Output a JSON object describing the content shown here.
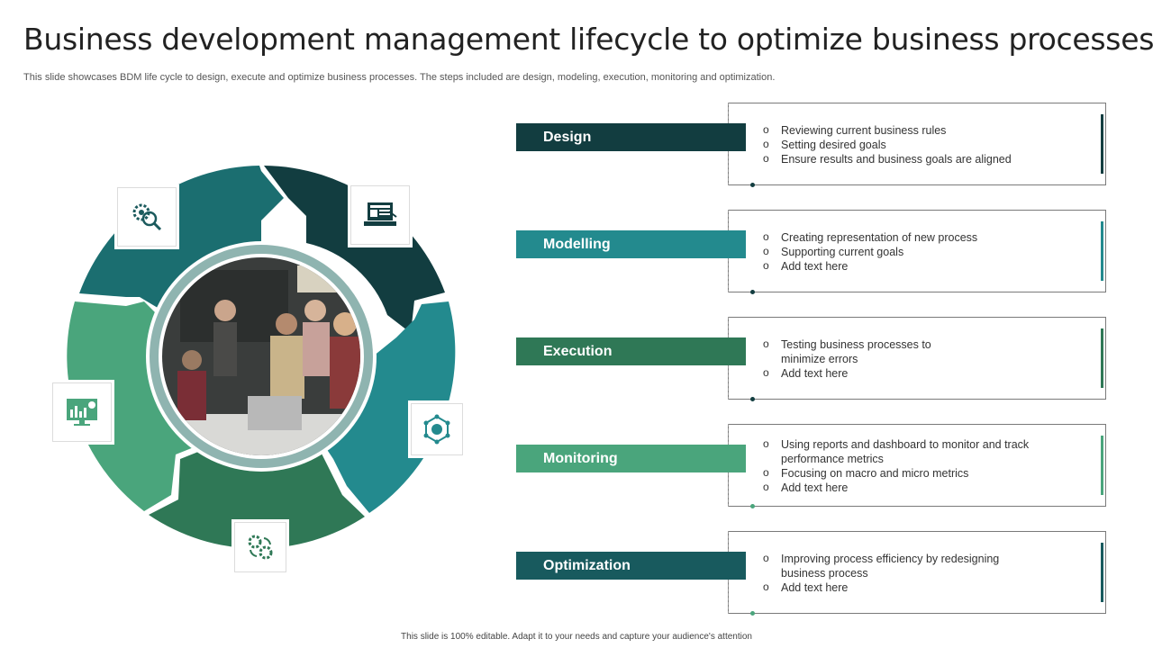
{
  "title": "Business development management lifecycle to optimize business processes",
  "subtitle": "This slide showcases BDM life cycle to design, execute and optimize business processes. The steps included are design, modeling, execution, monitoring and optimization.",
  "footer": "This slide is 100% editable.  Adapt it to your needs and capture your audience's attention",
  "colors": {
    "design": "#123d40",
    "modelling": "#238a8e",
    "execution": "#2f7856",
    "monitoring": "#4aa57c",
    "optimization": "#185a5e"
  },
  "cycle": {
    "center_image": "team-meeting-photo",
    "icons": [
      "gear-search-icon",
      "laptop-report-icon",
      "network-hexagon-icon",
      "process-gears-icon",
      "dashboard-monitor-icon"
    ]
  },
  "steps": [
    {
      "label": "Design",
      "bullets": [
        "Reviewing  current business rules",
        "Setting desired goals",
        "Ensure results and business goals are aligned"
      ]
    },
    {
      "label": "Modelling",
      "bullets": [
        "Creating representation of new process",
        "Supporting current goals",
        "Add text here"
      ]
    },
    {
      "label": "Execution",
      "bullets": [
        "Testing business processes to minimize errors",
        "Add text here"
      ]
    },
    {
      "label": "Monitoring",
      "bullets": [
        "Using reports and dashboard to monitor and track performance  metrics",
        "Focusing on macro and micro metrics",
        "Add text here"
      ]
    },
    {
      "label": "Optimization",
      "bullets": [
        "Improving  process efficiency by redesigning business process",
        "Add text here"
      ]
    }
  ]
}
